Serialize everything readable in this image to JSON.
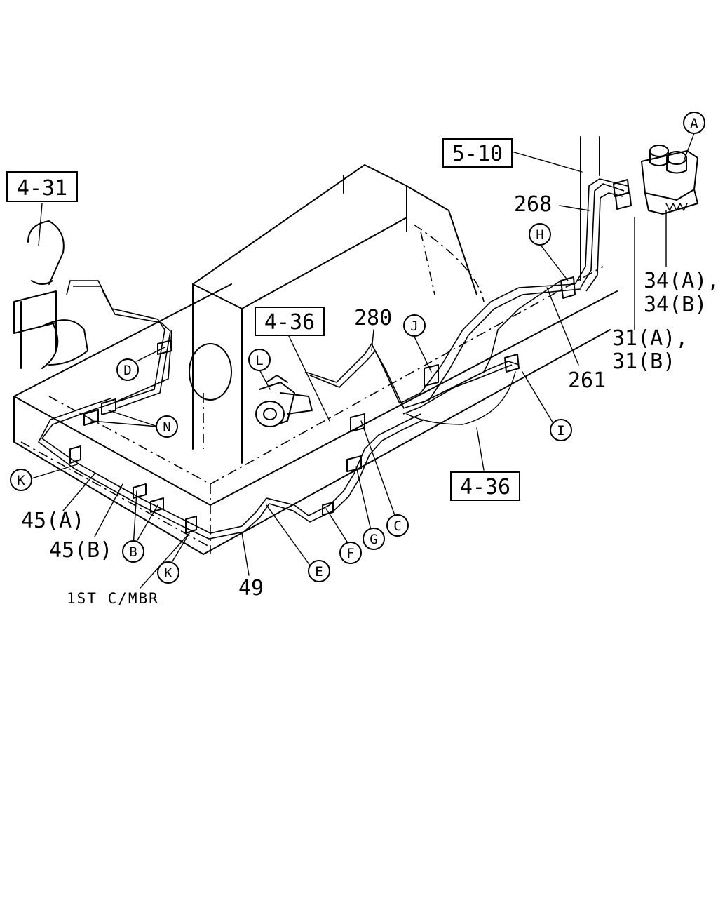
{
  "refs": {
    "r431": "4-31",
    "r510": "5-10",
    "r436a": "4-36",
    "r436b": "4-36"
  },
  "parts": {
    "p268": "268",
    "p280": "280",
    "p261": "261",
    "p34a": "34(A),",
    "p34b": "34(B)",
    "p31a": "31(A),",
    "p31b": "31(B)",
    "p45a": "45(A)",
    "p45b": "45(B)",
    "p49": "49"
  },
  "letters": {
    "A": "A",
    "B": "B",
    "C": "C",
    "D": "D",
    "E": "E",
    "F": "F",
    "G": "G",
    "H": "H",
    "I": "I",
    "J": "J",
    "K1": "K",
    "K2": "K",
    "L": "L",
    "N": "N"
  },
  "note": "1ST C/MBR"
}
